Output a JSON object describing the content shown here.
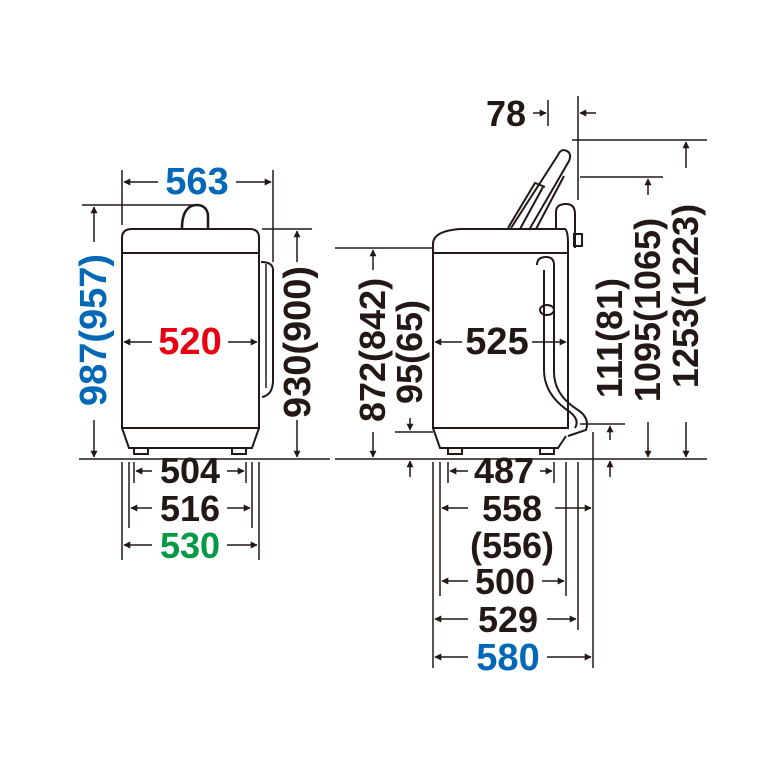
{
  "colors": {
    "ink": "#231815",
    "blue": "#0068b7",
    "red": "#e60012",
    "green": "#009944",
    "body_fill": "#ffffff"
  },
  "front_view": {
    "overall_width": "563",
    "overall_height": "987(957)",
    "cabinet_width": "520",
    "body_height": "930(900)",
    "base_width_a": "504",
    "base_width_b": "516",
    "base_width_c": "530"
  },
  "side_view": {
    "lid_offset": "78",
    "cabinet_depth": "525",
    "height_a": "872(842)",
    "height_b": "95(65)",
    "height_c": "111(81)",
    "height_d": "1095(1065)",
    "height_e": "1253(1223)",
    "depth_a": "487",
    "depth_b": "558",
    "depth_b_alt": "(556)",
    "depth_c": "500",
    "depth_d": "529",
    "depth_e": "580"
  }
}
